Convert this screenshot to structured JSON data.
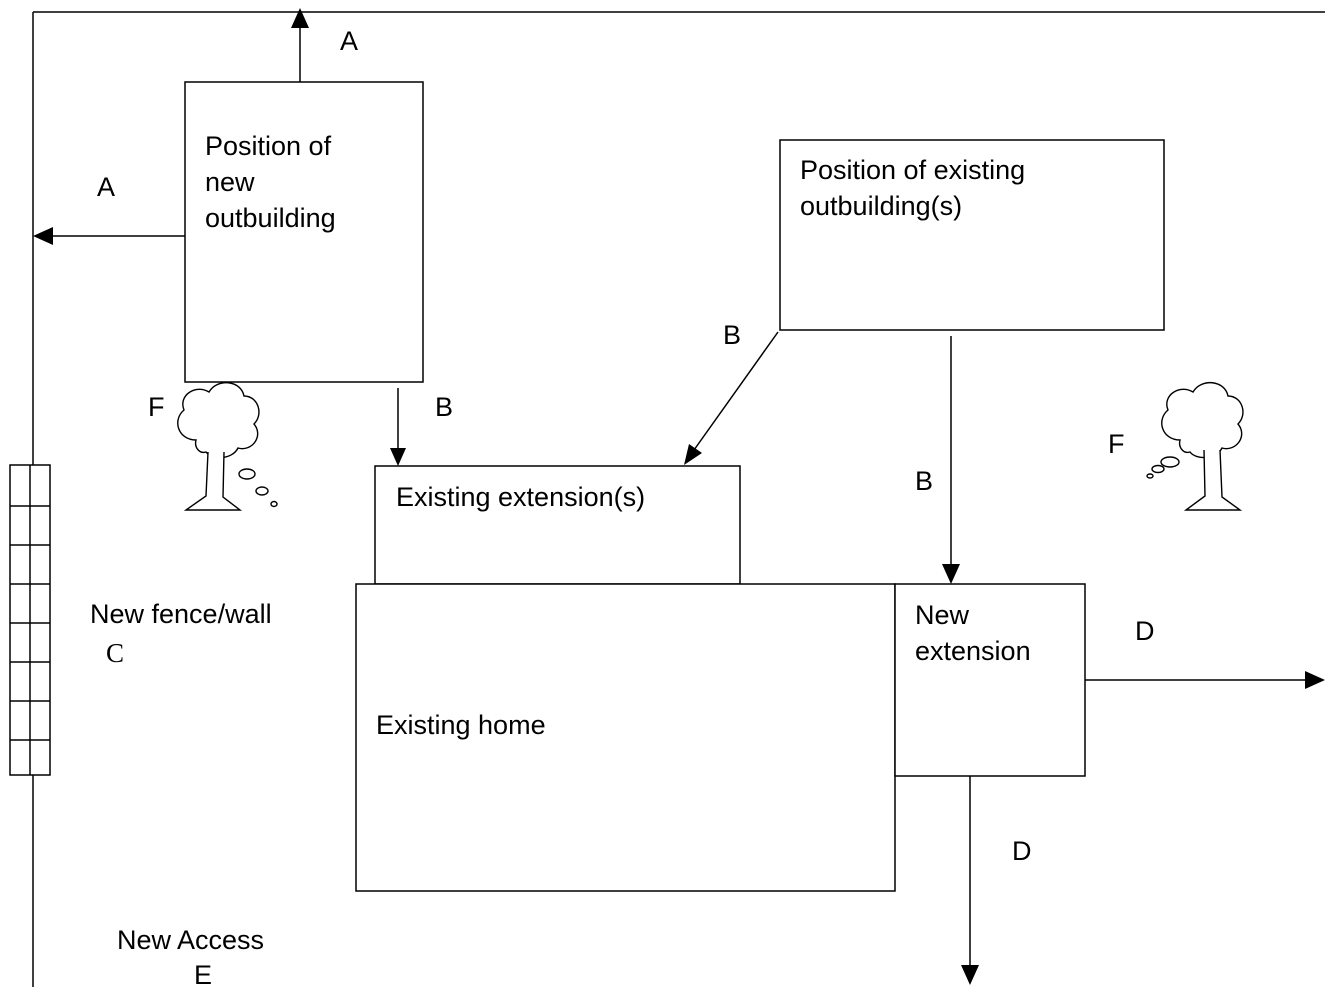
{
  "boxes": {
    "new_outbuilding": [
      "Position of",
      "new",
      "outbuilding"
    ],
    "existing_outbuilding": [
      "Position of existing",
      "outbuilding(s)"
    ],
    "existing_extension": "Existing extension(s)",
    "existing_home": "Existing home",
    "new_extension": [
      "New",
      "extension"
    ]
  },
  "labels": {
    "a_top": "A",
    "a_left": "A",
    "b_new_outbuilding": "B",
    "b_existing_diag": "B",
    "b_existing_down": "B",
    "d_right": "D",
    "d_down": "D",
    "f_left": "F",
    "f_right": "F",
    "new_fence": "New fence/wall",
    "c": "C",
    "new_access": "New Access",
    "e": "E"
  }
}
